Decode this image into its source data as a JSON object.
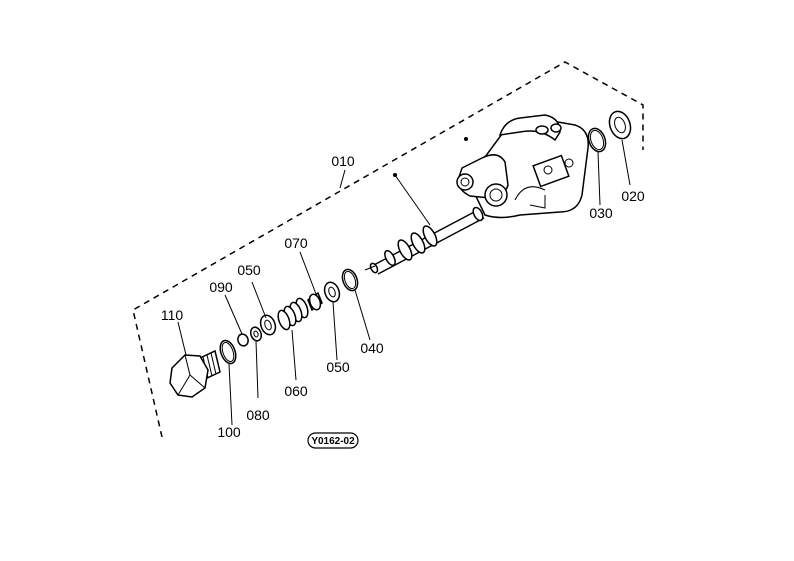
{
  "diagram": {
    "labels": {
      "p010": "010",
      "p020": "020",
      "p030": "030",
      "p040": "040",
      "p050a": "050",
      "p050b": "050",
      "p060": "060",
      "p070": "070",
      "p080": "080",
      "p090": "090",
      "p100": "100",
      "p110": "110"
    },
    "drawing_code": "Y0162-02"
  }
}
